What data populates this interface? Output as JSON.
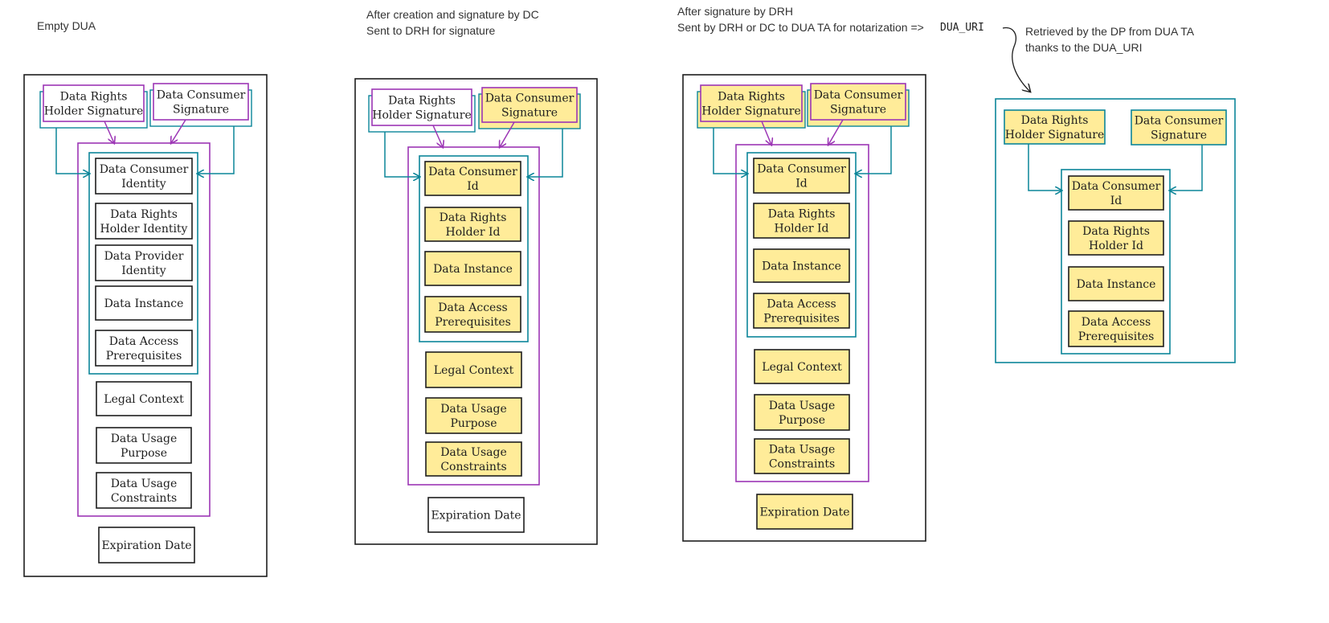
{
  "colors": {
    "outline": "#1e1e1e",
    "purple": "#9c36b5",
    "teal": "#0c8599",
    "filled": "#ffec99",
    "empty": "#ffffff"
  },
  "arrow_label": "DUA_URI",
  "panels": [
    {
      "caption": [
        "Empty DUA"
      ],
      "filled": false,
      "signatures": {
        "drh": {
          "label": [
            "Data Rights",
            "Holder Signature"
          ],
          "filled": false
        },
        "dc": {
          "label": [
            "Data Consumer",
            "Signature"
          ],
          "filled": false
        }
      },
      "inner_fields": [
        {
          "label": [
            "Data Consumer",
            "Identity"
          ],
          "filled": false
        },
        {
          "label": [
            "Data Rights",
            "Holder Identity"
          ],
          "filled": false
        },
        {
          "label": [
            "Data Provider",
            "Identity"
          ],
          "filled": false
        },
        {
          "label": [
            "Data Instance"
          ],
          "filled": false
        },
        {
          "label": [
            "Data Access",
            "Prerequisites"
          ],
          "filled": false
        }
      ],
      "outer_fields": [
        {
          "label": [
            "Legal Context"
          ],
          "filled": false
        },
        {
          "label": [
            "Data Usage",
            "Purpose"
          ],
          "filled": false
        },
        {
          "label": [
            "Data Usage",
            "Constraints"
          ],
          "filled": false
        }
      ],
      "expiration": {
        "label": [
          "Expiration Date"
        ],
        "filled": false
      }
    },
    {
      "caption": [
        "After creation and signature by DC",
        "Sent to DRH for signature"
      ],
      "signatures": {
        "drh": {
          "label": [
            "Data Rights",
            "Holder Signature"
          ],
          "filled": false
        },
        "dc": {
          "label": [
            "Data Consumer",
            "Signature"
          ],
          "filled": true
        }
      },
      "inner_fields": [
        {
          "label": [
            "Data Consumer",
            "Id"
          ],
          "filled": true
        },
        {
          "label": [
            "Data Rights",
            "Holder Id"
          ],
          "filled": true
        },
        {
          "label": [
            "Data Instance"
          ],
          "filled": true
        },
        {
          "label": [
            "Data Access",
            "Prerequisites"
          ],
          "filled": true
        }
      ],
      "outer_fields": [
        {
          "label": [
            "Legal Context"
          ],
          "filled": true
        },
        {
          "label": [
            "Data Usage",
            "Purpose"
          ],
          "filled": true
        },
        {
          "label": [
            "Data Usage",
            "Constraints"
          ],
          "filled": true
        }
      ],
      "expiration": {
        "label": [
          "Expiration Date"
        ],
        "filled": false
      }
    },
    {
      "caption": [
        "After signature by DRH",
        "Sent by DRH or DC to DUA TA for notarization =>"
      ],
      "signatures": {
        "drh": {
          "label": [
            "Data Rights",
            "Holder Signature"
          ],
          "filled": true
        },
        "dc": {
          "label": [
            "Data Consumer",
            "Signature"
          ],
          "filled": true
        }
      },
      "inner_fields": [
        {
          "label": [
            "Data Consumer",
            "Id"
          ],
          "filled": true
        },
        {
          "label": [
            "Data Rights",
            "Holder Id"
          ],
          "filled": true
        },
        {
          "label": [
            "Data Instance"
          ],
          "filled": true
        },
        {
          "label": [
            "Data Access",
            "Prerequisites"
          ],
          "filled": true
        }
      ],
      "outer_fields": [
        {
          "label": [
            "Legal Context"
          ],
          "filled": true
        },
        {
          "label": [
            "Data Usage",
            "Purpose"
          ],
          "filled": true
        },
        {
          "label": [
            "Data Usage",
            "Constraints"
          ],
          "filled": true
        }
      ],
      "expiration": {
        "label": [
          "Expiration Date"
        ],
        "filled": true
      }
    },
    {
      "caption": [
        "Retrieved by the DP from DUA TA",
        "thanks to the DUA_URI"
      ],
      "signatures": {
        "drh": {
          "label": [
            "Data Rights",
            "Holder Signature"
          ],
          "filled": true
        },
        "dc": {
          "label": [
            "Data Consumer",
            "Signature"
          ],
          "filled": true
        }
      },
      "inner_fields": [
        {
          "label": [
            "Data Consumer",
            "Id"
          ],
          "filled": true
        },
        {
          "label": [
            "Data Rights",
            "Holder Id"
          ],
          "filled": true
        },
        {
          "label": [
            "Data Instance"
          ],
          "filled": true
        },
        {
          "label": [
            "Data Access",
            "Prerequisites"
          ],
          "filled": true
        }
      ]
    }
  ]
}
